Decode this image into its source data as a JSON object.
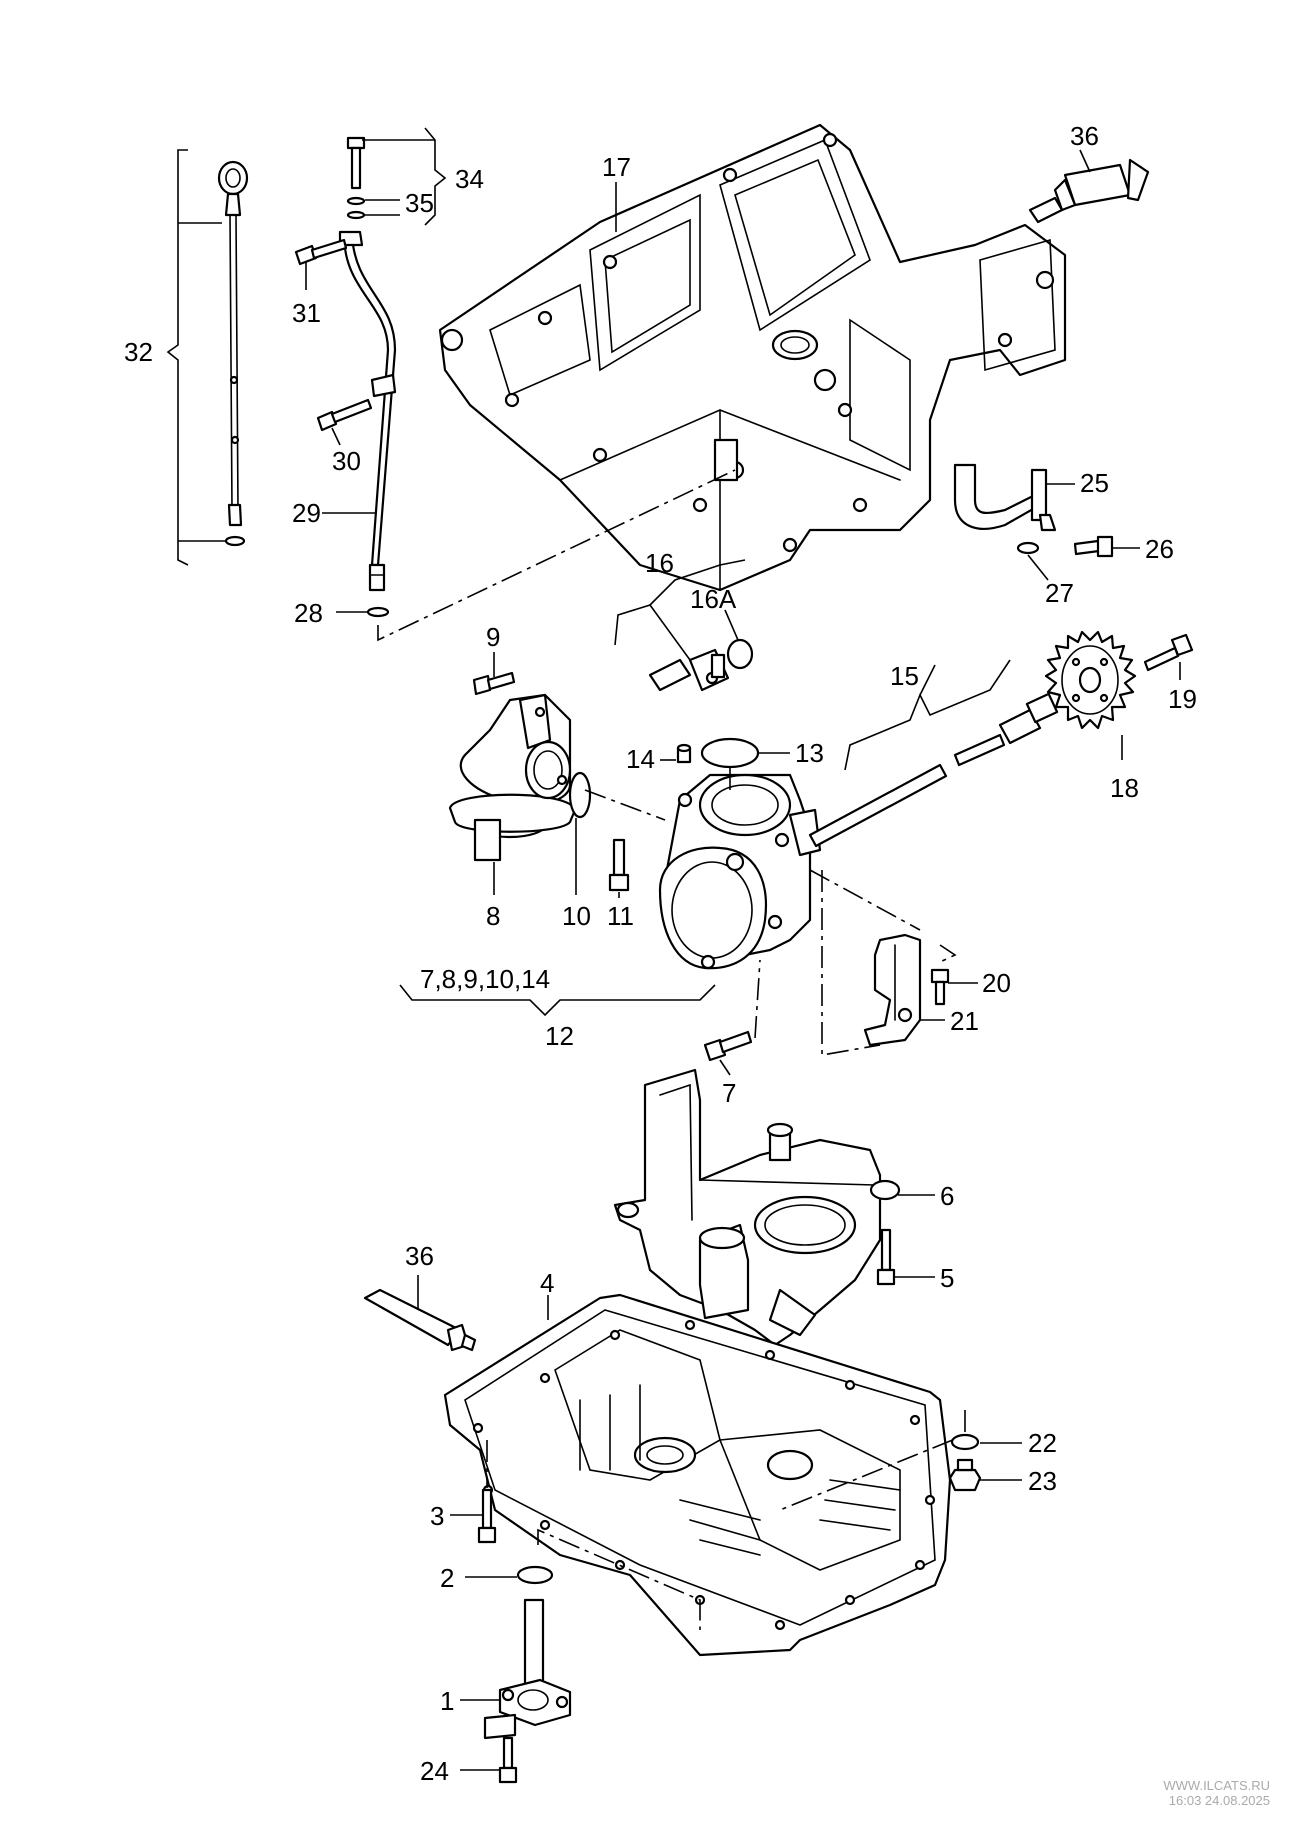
{
  "labels": {
    "l1": "1",
    "l2": "2",
    "l3": "3",
    "l4": "4",
    "l5": "5",
    "l6": "6",
    "l7": "7",
    "l8": "8",
    "l9": "9",
    "l10": "10",
    "l11": "11",
    "l12": "12",
    "l13": "13",
    "l14": "14",
    "l15": "15",
    "l16": "16",
    "l16a": "16A",
    "l17": "17",
    "l18": "18",
    "l19": "19",
    "l20": "20",
    "l21": "21",
    "l22": "22",
    "l23": "23",
    "l24": "24",
    "l25": "25",
    "l26": "26",
    "l27": "27",
    "l28": "28",
    "l29": "29",
    "l30": "30",
    "l31": "31",
    "l32": "32",
    "l34": "34",
    "l35": "35",
    "l36a": "36",
    "l36b": "36",
    "group12": "7,8,9,10,14"
  },
  "watermark": {
    "site": "WWW.ILCATS.RU",
    "timestamp": "16:03 24.08.2025"
  }
}
